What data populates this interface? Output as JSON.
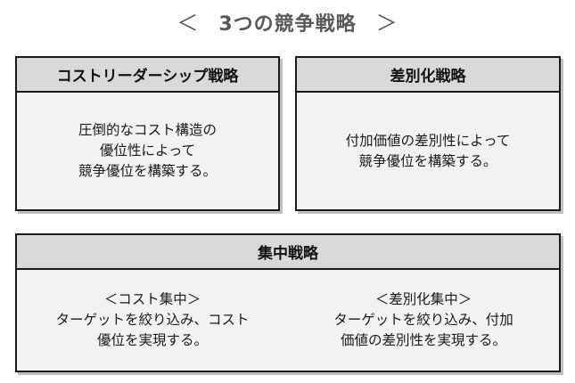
{
  "title": {
    "open": "＜",
    "text": "3つの競争戦略",
    "close": "＞"
  },
  "boxes": {
    "cost_leadership": {
      "heading": "コストリーダーシップ戦略",
      "lines": [
        "圧倒的なコスト構造の",
        "優位性によって",
        "競争優位を構築する。"
      ]
    },
    "differentiation": {
      "heading": "差別化戦略",
      "lines": [
        "付加価値の差別性によって",
        "競争優位を構築する。"
      ]
    },
    "focus": {
      "heading": "集中戦略",
      "cost_focus": {
        "label": "＜コスト集中＞",
        "lines": [
          "ターゲットを絞り込み、コスト",
          "優位を実現する。"
        ]
      },
      "differentiation_focus": {
        "label": "＜差別化集中＞",
        "lines": [
          "ターゲットを絞り込み、付加",
          "価値の差別性を実現する。"
        ]
      }
    }
  }
}
